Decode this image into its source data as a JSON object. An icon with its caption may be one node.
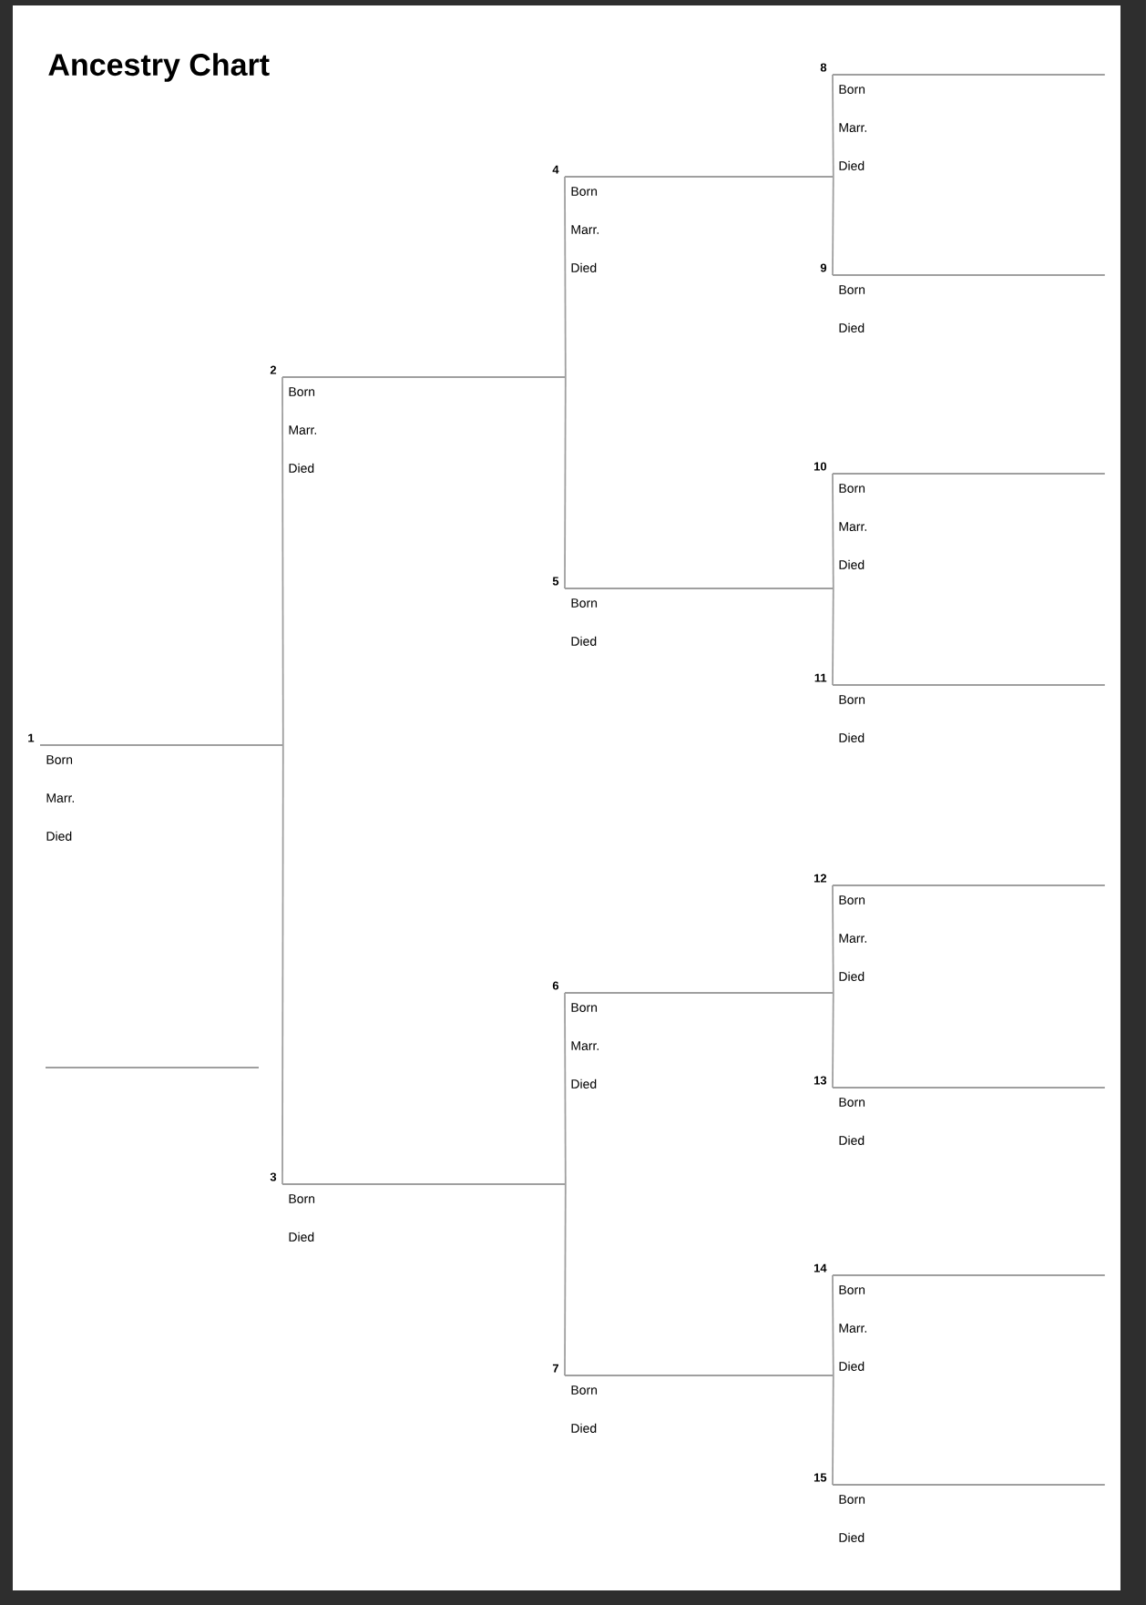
{
  "diagram": {
    "title": "Ancestry Chart",
    "nodes": [
      {
        "text": [
          "1",
          "Born",
          "Marr.",
          "Died"
        ]
      },
      {
        "text": [
          "2",
          "Born",
          "Marr.",
          "Died"
        ]
      },
      {
        "text": [
          "3",
          "Born",
          "Died"
        ]
      },
      {
        "text": [
          "4",
          "Born",
          "Marr.",
          "Died"
        ]
      },
      {
        "text": [
          "5",
          "Born",
          "Died"
        ]
      },
      {
        "text": [
          "6",
          "Born",
          "Marr.",
          "Died"
        ]
      },
      {
        "text": [
          "7",
          "Born",
          "Died"
        ]
      },
      {
        "text": [
          "8",
          "Born",
          "Marr.",
          "Died"
        ]
      },
      {
        "text": [
          "9",
          "Born",
          "Died"
        ]
      },
      {
        "text": [
          "10",
          "Born",
          "Marr.",
          "Died"
        ]
      },
      {
        "text": [
          "11",
          "Born",
          "Died"
        ]
      },
      {
        "text": [
          "12",
          "Born",
          "Marr.",
          "Died"
        ]
      },
      {
        "text": [
          "13",
          "Born",
          "Died"
        ]
      },
      {
        "text": [
          "14",
          "Born",
          "Marr.",
          "Died"
        ]
      },
      {
        "text": [
          "15",
          "Born",
          "Died"
        ]
      }
    ],
    "edges": [
      {
        "from": 0,
        "to": 1,
        "arrow": "none"
      },
      {
        "from": 0,
        "to": 2,
        "arrow": "none"
      },
      {
        "from": 1,
        "to": 3,
        "arrow": "none"
      },
      {
        "from": 1,
        "to": 4,
        "arrow": "none"
      },
      {
        "from": 2,
        "to": 5,
        "arrow": "none"
      },
      {
        "from": 2,
        "to": 6,
        "arrow": "none"
      },
      {
        "from": 3,
        "to": 7,
        "arrow": "none"
      },
      {
        "from": 3,
        "to": 8,
        "arrow": "none"
      },
      {
        "from": 4,
        "to": 9,
        "arrow": "none"
      },
      {
        "from": 4,
        "to": 10,
        "arrow": "none"
      },
      {
        "from": 5,
        "to": 11,
        "arrow": "none"
      },
      {
        "from": 5,
        "to": 12,
        "arrow": "none"
      },
      {
        "from": 6,
        "to": 13,
        "arrow": "none"
      },
      {
        "from": 6,
        "to": 14,
        "arrow": "none"
      }
    ]
  }
}
